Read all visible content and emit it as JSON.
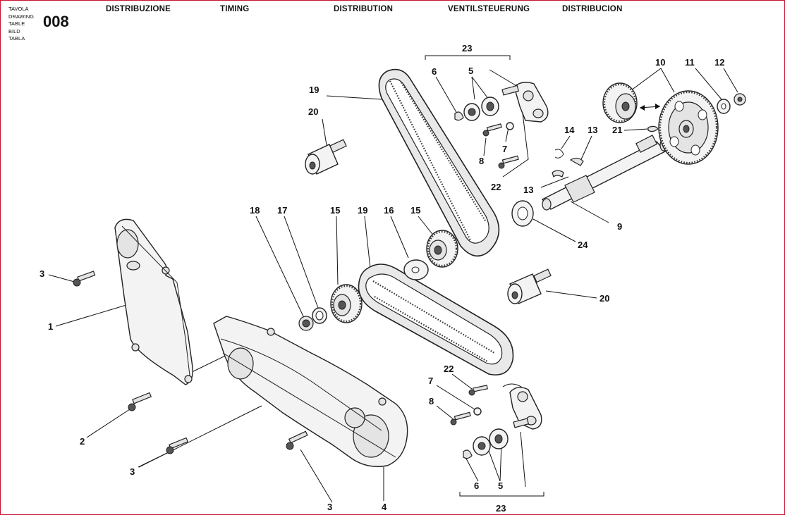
{
  "header": {
    "sheet_words": [
      "TAVOLA",
      "DRAWING",
      "TABLE",
      "BILD",
      "TABLA"
    ],
    "plate_number": "008",
    "titles": [
      "DISTRIBUZIONE",
      "TIMING",
      "DISTRIBUTION",
      "VENTILSTEUERUNG",
      "DISTRIBUCION"
    ]
  },
  "callouts": {
    "c1": "1",
    "c2": "2",
    "c3a": "3",
    "c3b": "3",
    "c3c": "3",
    "c4": "4",
    "c5a": "5",
    "c5b": "5",
    "c6a": "6",
    "c6b": "6",
    "c7a": "7",
    "c7b": "7",
    "c8a": "8",
    "c8b": "8",
    "c9": "9",
    "c10": "10",
    "c11": "11",
    "c12": "12",
    "c13a": "13",
    "c13b": "13",
    "c14": "14",
    "c15a": "15",
    "c15b": "15",
    "c16": "16",
    "c17": "17",
    "c18": "18",
    "c19a": "19",
    "c19b": "19",
    "c20a": "20",
    "c20b": "20",
    "c21": "21",
    "c22a": "22",
    "c22b": "22",
    "c23a": "23",
    "c23b": "23",
    "c24": "24"
  }
}
